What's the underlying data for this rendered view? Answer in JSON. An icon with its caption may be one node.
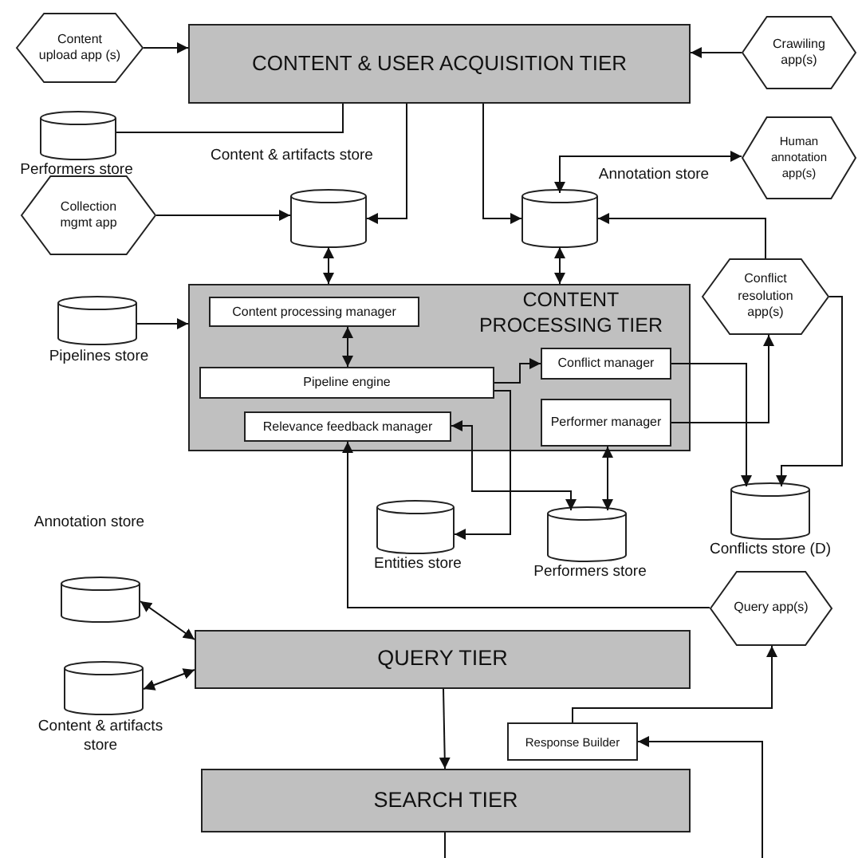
{
  "diagram": {
    "nodes": [
      {
        "text": [
          "Content upload app (s)"
        ]
      },
      {
        "text": [
          "CONTENT & USER ACQUISITION TIER"
        ]
      },
      {
        "text": [
          "Crawiling app(s)"
        ]
      },
      {
        "text": [],
        "shape": "cylinder",
        "beside": [
          "Performers store"
        ]
      },
      {
        "text": [
          "Collection mgmt app"
        ]
      },
      {
        "text": [],
        "shape": "cylinder",
        "beside": [
          "Content & artifacts store"
        ]
      },
      {
        "text": [],
        "shape": "cylinder",
        "beside": [
          "Annotation store"
        ]
      },
      {
        "text": [
          "Human annotation app(s)"
        ]
      },
      {
        "text": [
          "CONTENT PROCESSING TIER"
        ]
      },
      {
        "text": [
          "Content  processing manager"
        ],
        "in": 8
      },
      {
        "text": [
          "Pipeline engine"
        ],
        "in": 8
      },
      {
        "text": [
          "Relevance feedback manager"
        ],
        "in": 8
      },
      {
        "text": [
          "Conflict manager"
        ],
        "in": 8
      },
      {
        "text": [
          "Performer manager"
        ],
        "in": 8
      },
      {
        "text": [],
        "shape": "cylinder",
        "beside": [
          "Pipelines store"
        ]
      },
      {
        "text": [
          "Conflict resolution app(s)"
        ]
      },
      {
        "text": [],
        "shape": "cylinder",
        "beside": [
          "Entities store"
        ]
      },
      {
        "text": [],
        "shape": "cylinder",
        "beside": [
          "Performers store"
        ]
      },
      {
        "text": [],
        "shape": "cylinder",
        "beside": [
          "Conflicts store (D)"
        ]
      },
      {
        "text": [],
        "shape": "cylinder",
        "beside": [
          "Annotation store"
        ]
      },
      {
        "text": [],
        "shape": "cylinder",
        "beside": [
          "Content & artifacts store"
        ]
      },
      {
        "text": [
          "Query app(s)"
        ]
      },
      {
        "text": [
          "QUERY TIER"
        ]
      },
      {
        "text": [
          "Response Builder"
        ]
      },
      {
        "text": [
          "SEARCH TIER"
        ]
      }
    ],
    "edges": [
      {
        "from": 0,
        "to": 1,
        "arrow": "to"
      },
      {
        "from": 2,
        "to": 1,
        "arrow": "to"
      },
      {
        "from": 1,
        "to": 3,
        "arrow": "none"
      },
      {
        "from": 4,
        "to": 5,
        "arrow": "to"
      },
      {
        "from": 1,
        "to": 5,
        "arrow": "to"
      },
      {
        "from": 1,
        "to": 6,
        "arrow": "to"
      },
      {
        "from": 6,
        "to": 7,
        "arrow": "both"
      },
      {
        "from": 15,
        "to": 6,
        "arrow": "to"
      },
      {
        "from": 5,
        "to": 8,
        "arrow": "both"
      },
      {
        "from": 6,
        "to": 8,
        "arrow": "both"
      },
      {
        "from": 14,
        "to": 8,
        "arrow": "to"
      },
      {
        "from": 9,
        "to": 10,
        "arrow": "both"
      },
      {
        "from": 10,
        "to": 12,
        "arrow": "to"
      },
      {
        "from": 10,
        "to": 16,
        "arrow": "to"
      },
      {
        "from": 11,
        "to": 17,
        "arrow": "both"
      },
      {
        "from": 13,
        "to": 17,
        "arrow": "both"
      },
      {
        "from": 12,
        "to": 18,
        "arrow": "to"
      },
      {
        "from": 13,
        "to": 15,
        "arrow": "to"
      },
      {
        "from": 15,
        "to": 18,
        "arrow": "to"
      },
      {
        "from": 21,
        "to": 11,
        "arrow": "to"
      },
      {
        "from": 19,
        "to": 22,
        "arrow": "both"
      },
      {
        "from": 20,
        "to": 22,
        "arrow": "both"
      },
      {
        "from": 22,
        "to": 24,
        "arrow": "to"
      },
      {
        "from": 24,
        "to": null,
        "arrow": "none"
      },
      {
        "from": null,
        "to": 23,
        "arrow": "to"
      },
      {
        "from": 23,
        "to": 21,
        "arrow": "to"
      }
    ]
  }
}
